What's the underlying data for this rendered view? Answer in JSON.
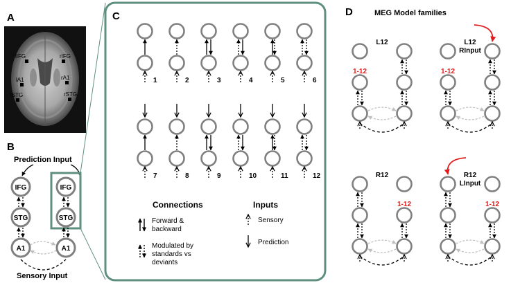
{
  "panels": {
    "a": {
      "letter": "A",
      "regions": [
        "lIFG",
        "rIFG",
        "lA1",
        "rA1",
        "lSTG",
        "rSTG"
      ]
    },
    "b": {
      "letter": "B",
      "prediction_input": "Prediction Input",
      "sensory_input": "Sensory Input",
      "nodes": {
        "ifg": "IFG",
        "stg": "STG",
        "a1": "A1"
      }
    },
    "c": {
      "letter": "C",
      "models": [
        "1",
        "2",
        "3",
        "4",
        "5",
        "6",
        "7",
        "8",
        "9",
        "10",
        "11",
        "12"
      ],
      "legend": {
        "connections_title": "Connections",
        "fwd_bwd_line1": "Forward &",
        "fwd_bwd_line2": "backward",
        "modulated_line1": "Modulated by",
        "modulated_line2": "standards vs",
        "modulated_line3": "deviants",
        "inputs_title": "Inputs",
        "sensory": "Sensory",
        "prediction": "Prediction"
      }
    },
    "d": {
      "letter": "D",
      "title": "MEG Model families",
      "families": [
        {
          "line1": "L12",
          "line2": ""
        },
        {
          "line1": "L12",
          "line2": "RInput"
        },
        {
          "line1": "R12",
          "line2": ""
        },
        {
          "line1": "R12",
          "line2": "LInput"
        }
      ],
      "range_label": "1-12"
    }
  },
  "colors": {
    "node_stroke": "#808080",
    "frame": "#5f8f7f",
    "red": "#e31a1c",
    "lateral": "#c0c0c0"
  }
}
